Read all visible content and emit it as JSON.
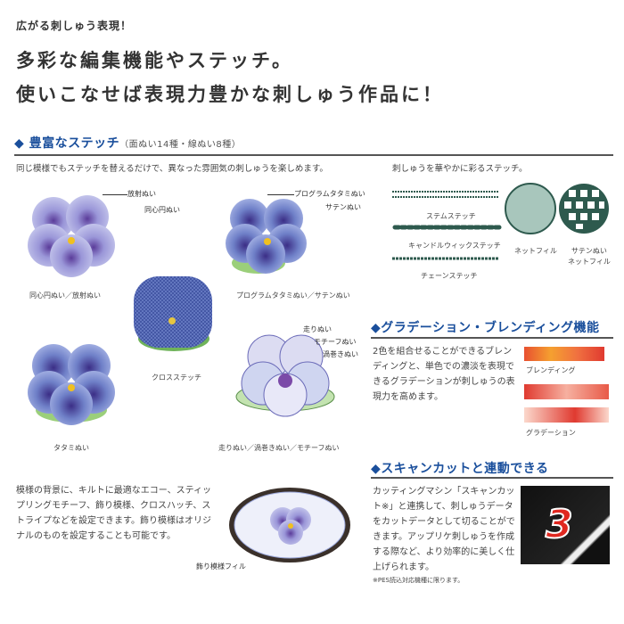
{
  "header": {
    "kicker": "広がる刺しゅう表現！",
    "headline1": "多彩な編集機能やステッチ。",
    "headline2": "使いこなせば表現力豊かな刺しゅう作品に！"
  },
  "stitches": {
    "title": "◆ 豊富なステッチ",
    "subtitle": "（面ぬい14種・線ぬい8種）",
    "intro": "同じ模様でもステッチを替えるだけで、異なった雰囲気の刺しゅうを楽しめます。",
    "flowers": [
      {
        "caption": "同心円ぬい／放射ぬい",
        "callouts": [
          "放射ぬい",
          "同心円ぬい"
        ]
      },
      {
        "caption": "プログラムタタミぬい／サテンぬい",
        "callouts": [
          "プログラムタタミぬい",
          "サテンぬい"
        ]
      },
      {
        "caption": "クロスステッチ",
        "callouts": []
      },
      {
        "caption": "タタミぬい",
        "callouts": []
      },
      {
        "caption": "走りぬい／渦巻きぬい／モチーフぬい",
        "callouts": [
          "走りぬい",
          "モチーフぬい",
          "渦巻きぬい"
        ]
      }
    ],
    "decor_intro": "刺しゅうを華やかに彩るステッチ。",
    "decor": [
      "ステムステッチ",
      "キャンドルウィックステッチ",
      "チェーンステッチ",
      "ネットフィル",
      "サテンぬい\nネットフィル"
    ],
    "fill_text": "模様の背景に、キルトに最適なエコー、スティップリングモチーフ、飾り模様、クロスハッチ、ストライプなどを設定できます。飾り模様はオリジナルのものを設定することも可能です。",
    "fill_label": "飾り模様フィル"
  },
  "gradation": {
    "title": "◆グラデーション・ブレンディング機能",
    "text": "2色を組合せることができるブレンディングと、単色での濃淡を表現できるグラデーションが刺しゅうの表現力を高めます。",
    "label_blend": "ブレンディング",
    "label_grad": "グラデーション"
  },
  "scancut": {
    "title": "◆スキャンカットと連動できる",
    "text": "カッティングマシン「スキャンカット※」と連携して、刺しゅうデータをカットデータとして切ることができます。アップリケ刺しゅうを作成する際など、より効率的に美しく仕上げられます。",
    "note": "※PES読込対応機種に限ります。",
    "patch_number": "3"
  },
  "colors": {
    "accent": "#1a4f9c",
    "stitch_green": "#2e5a4e"
  }
}
